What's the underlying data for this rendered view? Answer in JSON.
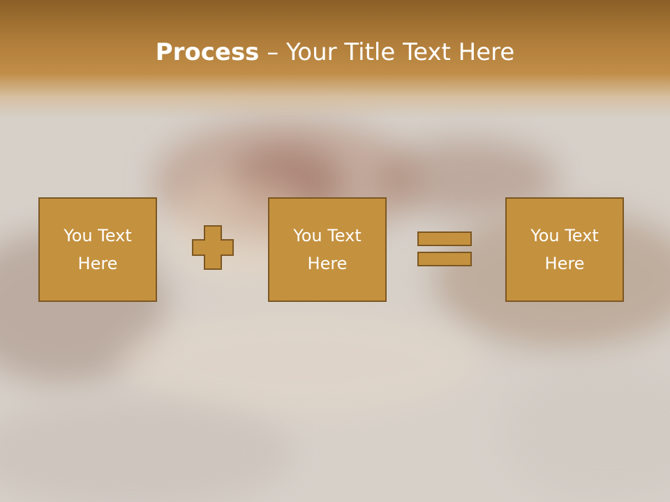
{
  "slide": {
    "title_bold": "Process",
    "title_rest": " – Your Title Text Here"
  },
  "boxes": [
    {
      "label": "You Text Here"
    },
    {
      "label": "You Text Here"
    },
    {
      "label": "You Text Here"
    }
  ],
  "operators": {
    "first": "plus-icon",
    "second": "equals-icon"
  },
  "colors": {
    "box_fill": "#c4913f",
    "box_border": "#7b5622",
    "header": "#b07d3a",
    "text": "#ffffff"
  }
}
